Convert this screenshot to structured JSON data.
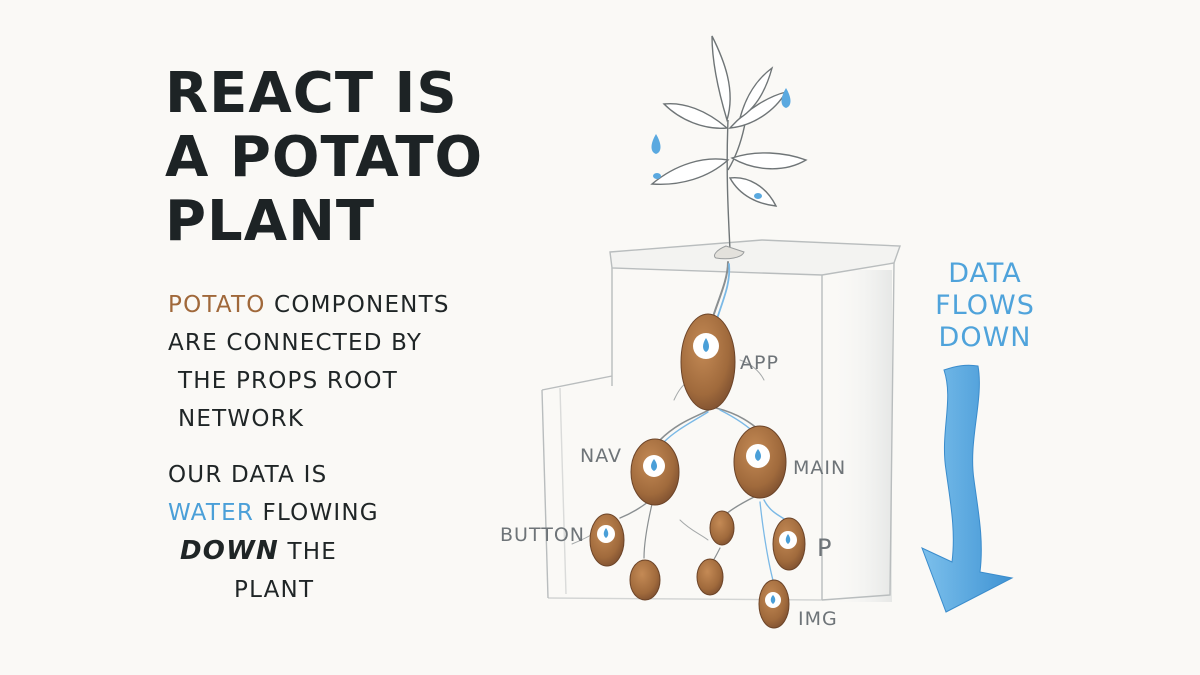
{
  "title_lines": [
    "REACT IS",
    "A POTATO",
    "PLANT"
  ],
  "paragraph1": {
    "highlight": "POTATO",
    "line1_rest": " COMPONENTS",
    "line2": "ARE CONNECTED BY",
    "line3": "THE PROPS ROOT",
    "line4": "NETWORK"
  },
  "paragraph2": {
    "line1": "OUR DATA IS",
    "highlight": "WATER",
    "line2_rest": " FLOWING",
    "emphasis": "DOWN",
    "line3_rest": " THE",
    "line4": "PLANT"
  },
  "side_note": [
    "DATA",
    "FLOWS",
    "DOWN"
  ],
  "nodes": {
    "app": "APP",
    "nav": "NAV",
    "main": "MAIN",
    "button": "BUTTON",
    "p": "P",
    "img": "IMG"
  },
  "colors": {
    "potato": "#a0683a",
    "water": "#4a9fd8",
    "arrow": "#5aa9e0"
  }
}
